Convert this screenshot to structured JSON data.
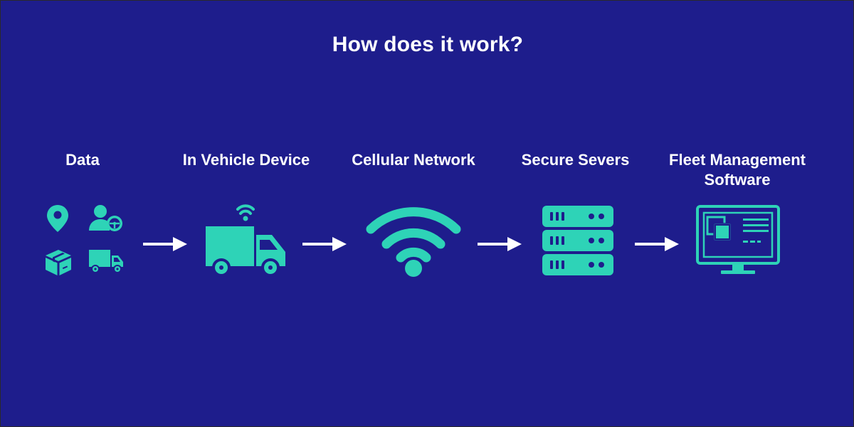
{
  "title": "How does it work?",
  "steps": [
    {
      "label": "Data",
      "icons": [
        "location-pin-icon",
        "driver-icon",
        "package-box-icon",
        "truck-icon"
      ]
    },
    {
      "label": "In Vehicle Device",
      "icon": "truck-with-wifi-icon"
    },
    {
      "label": "Cellular Network",
      "icon": "wifi-signal-icon"
    },
    {
      "label": "Secure Severs",
      "icon": "server-rack-icon"
    },
    {
      "label_lines": [
        "Fleet Management",
        "Software"
      ],
      "icon": "monitor-dashboard-icon"
    }
  ],
  "colors": {
    "background": "#1e1d8c",
    "accent": "#2ed3b7",
    "text": "#ffffff"
  }
}
